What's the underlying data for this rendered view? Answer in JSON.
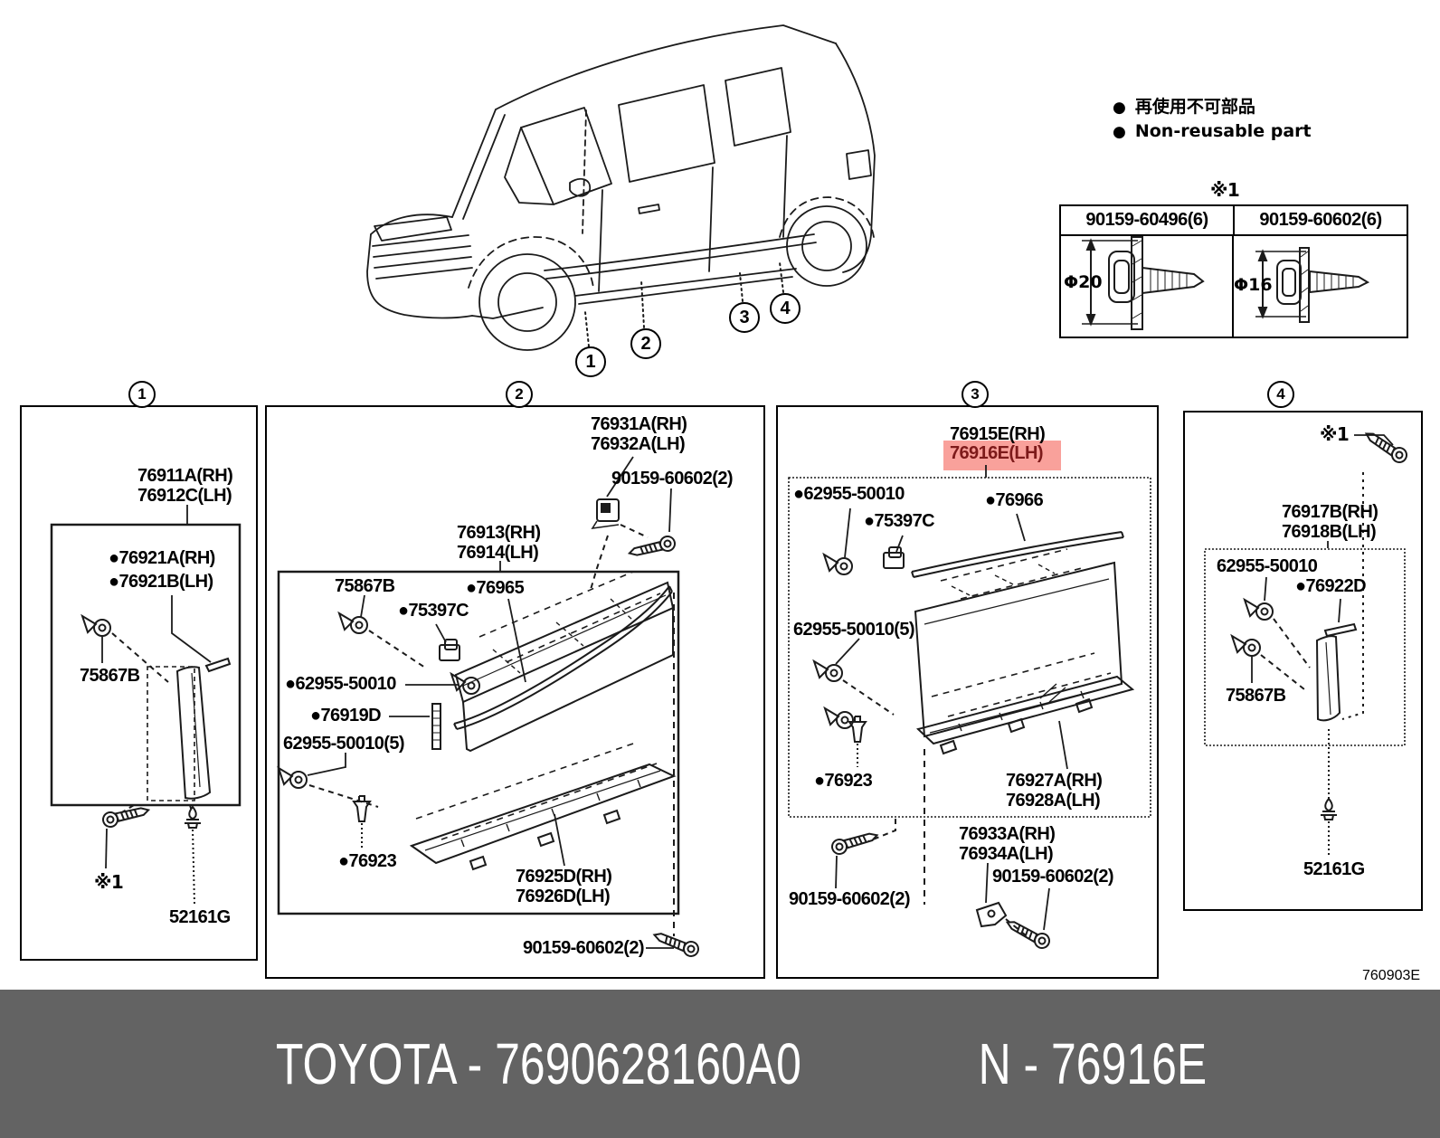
{
  "doc_code": "760903E",
  "banner": {
    "left": "TOYOTA - 7690628160A0",
    "right": "N - 76916E"
  },
  "legend": {
    "bullet": "●",
    "jp": "再使用不可部品",
    "en": "Non-reusable part"
  },
  "ref_table": {
    "ref_mark": "※1",
    "columns": [
      {
        "part": "90159-60496(6)",
        "dia": "Φ20"
      },
      {
        "part": "90159-60602(6)",
        "dia": "Φ16"
      }
    ]
  },
  "colors": {
    "highlight_bg": "#f9a19b",
    "highlight_text": "#7d1a1a",
    "banner_bg": "#636363"
  },
  "panels": [
    {
      "callout": "1",
      "labels": [
        "76911A(RH)",
        "76912C(LH)",
        "●76921A(RH)",
        "●76921B(LH)",
        "75867B",
        "※1",
        "52161G"
      ]
    },
    {
      "callout": "2",
      "labels": [
        "76931A(RH)",
        "76932A(LH)",
        "90159-60602(2)",
        "76913(RH)",
        "76914(LH)",
        "75867B",
        "●75397C",
        "●76965",
        "●62955-50010",
        "●76919D",
        "62955-50010(5)",
        "●76923",
        "76925D(RH)",
        "76926D(LH)",
        "90159-60602(2)"
      ]
    },
    {
      "callout": "3",
      "highlighted": "76916E(LH)",
      "labels": [
        "76915E(RH)",
        "76916E(LH)",
        "●62955-50010",
        "●75397C",
        "●76966",
        "62955-50010(5)",
        "●76923",
        "76927A(RH)",
        "76928A(LH)",
        "76933A(RH)",
        "76934A(LH)",
        "90159-60602(2)",
        "90159-60602(2)"
      ]
    },
    {
      "callout": "4",
      "labels": [
        "※1",
        "76917B(RH)",
        "76918B(LH)",
        "62955-50010",
        "●76922D",
        "75867B",
        "52161G"
      ]
    }
  ]
}
